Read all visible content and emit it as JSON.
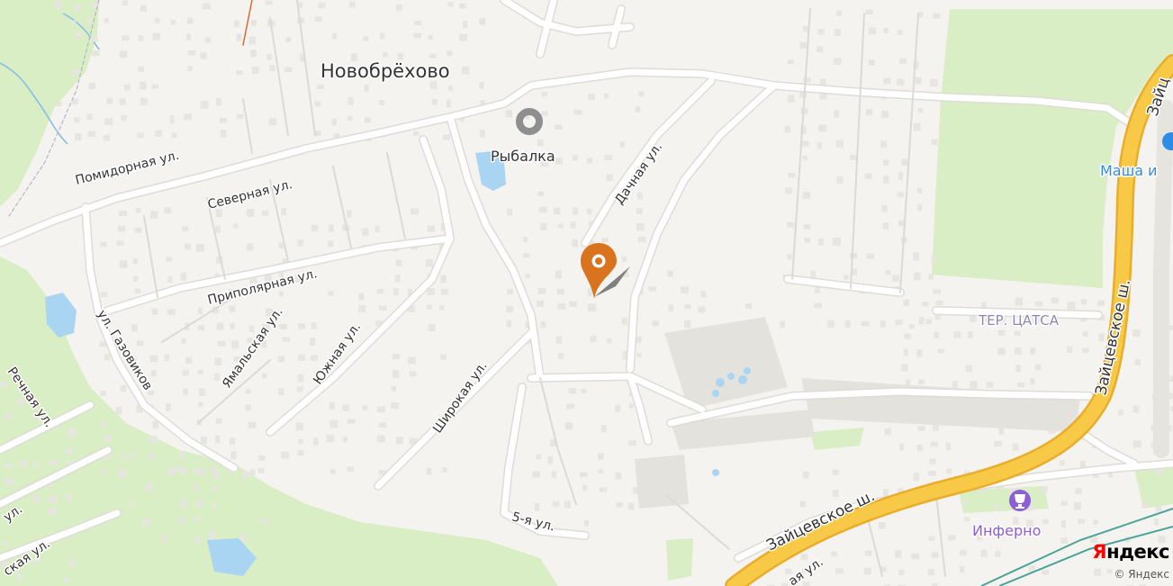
{
  "map": {
    "colors": {
      "background": "#f4f3ef",
      "forest": "#d9eec4",
      "water": "#a9d5f2",
      "road": "#ffffff",
      "highway": "#f8c947",
      "highway_casing": "#e9ad2c",
      "building": "#e7e5e0",
      "district_label": "#8a88b2",
      "poi_blue": "#2d8de6",
      "poi_purple": "#8c5fd8",
      "pin": "#d9731e",
      "railway": "#4aa39a"
    },
    "labels": {
      "village": "Новобрёхово",
      "pomidornaya": "Помидорная ул.",
      "severnaya": "Северная ул.",
      "pripolyarnaya": "Приполярная ул.",
      "gazovikov": "ул. Газовиков",
      "yamalskaya": "Ямальская ул.",
      "yuzhnaya": "Южная ул.",
      "shirokaya": "Широкая ул.",
      "dachnaya": "Дачная ул.",
      "rechnaya": "Речная ул.",
      "fifth": "5-я ул.",
      "skaya_left": "ская ул.",
      "ya_ul": "ая ул.",
      "edge_ul": "ул.",
      "district": "ТЕР. ЦАТСА",
      "zaytsevskoe_1": "Зайцевское ш.",
      "zaytsevskoe_2": "Зайцевское ш.",
      "zaytsevskoe_3": "Зайц"
    },
    "pois": {
      "rybalka": {
        "name": "Рыбалка",
        "icon": "fishing-ring-icon"
      },
      "masha": {
        "name": "Маша и",
        "icon": "location-pin-icon"
      },
      "inferno": {
        "name": "Инферно",
        "icon": "trophy-icon"
      }
    },
    "pin": {
      "icon": "map-pin-icon"
    },
    "brand": {
      "logo_first": "Я",
      "logo_rest": "ндекс"
    },
    "attribution": "© Яндекс"
  }
}
